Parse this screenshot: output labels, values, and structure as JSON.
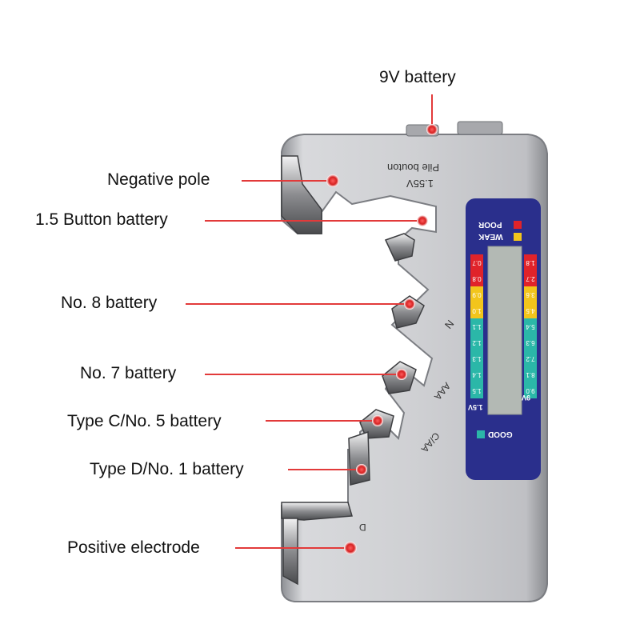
{
  "callouts": {
    "nine_v": "9V battery",
    "negative_pole": "Negative pole",
    "button_battery": "1.5 Button battery",
    "no8": "No. 8 battery",
    "no7": "No. 7 battery",
    "type_c": "Type C/No. 5 battery",
    "type_d": "Type D/No. 1 battery",
    "positive": "Positive electrode"
  },
  "device": {
    "button_slot_label": "Pile bouton",
    "button_voltage": "1.55V",
    "slot_n": "N",
    "slot_aaa": "AAA",
    "slot_caa": "C/AA",
    "slot_d": "D",
    "legend_poor": "POOR",
    "legend_weak": "WEAK",
    "legend_good": "GOOD",
    "left_scale_unit": "1.5V",
    "right_scale_unit": "9V",
    "left_scale": [
      "0.7",
      "0.8",
      "0.9",
      "1.0",
      "1.1",
      "1.2",
      "1.3",
      "1.4",
      "1.5"
    ],
    "right_scale": [
      "1.8",
      "2.7",
      "3.6",
      "4.5",
      "5.4",
      "6.3",
      "7.2",
      "8.1",
      "9.0"
    ]
  },
  "colors": {
    "poor": "#e0232a",
    "weak": "#f2c51c",
    "good": "#2bb7a8",
    "panel": "#2a2f8c",
    "body": "#c6c7cb",
    "line": "#e23a3a"
  }
}
